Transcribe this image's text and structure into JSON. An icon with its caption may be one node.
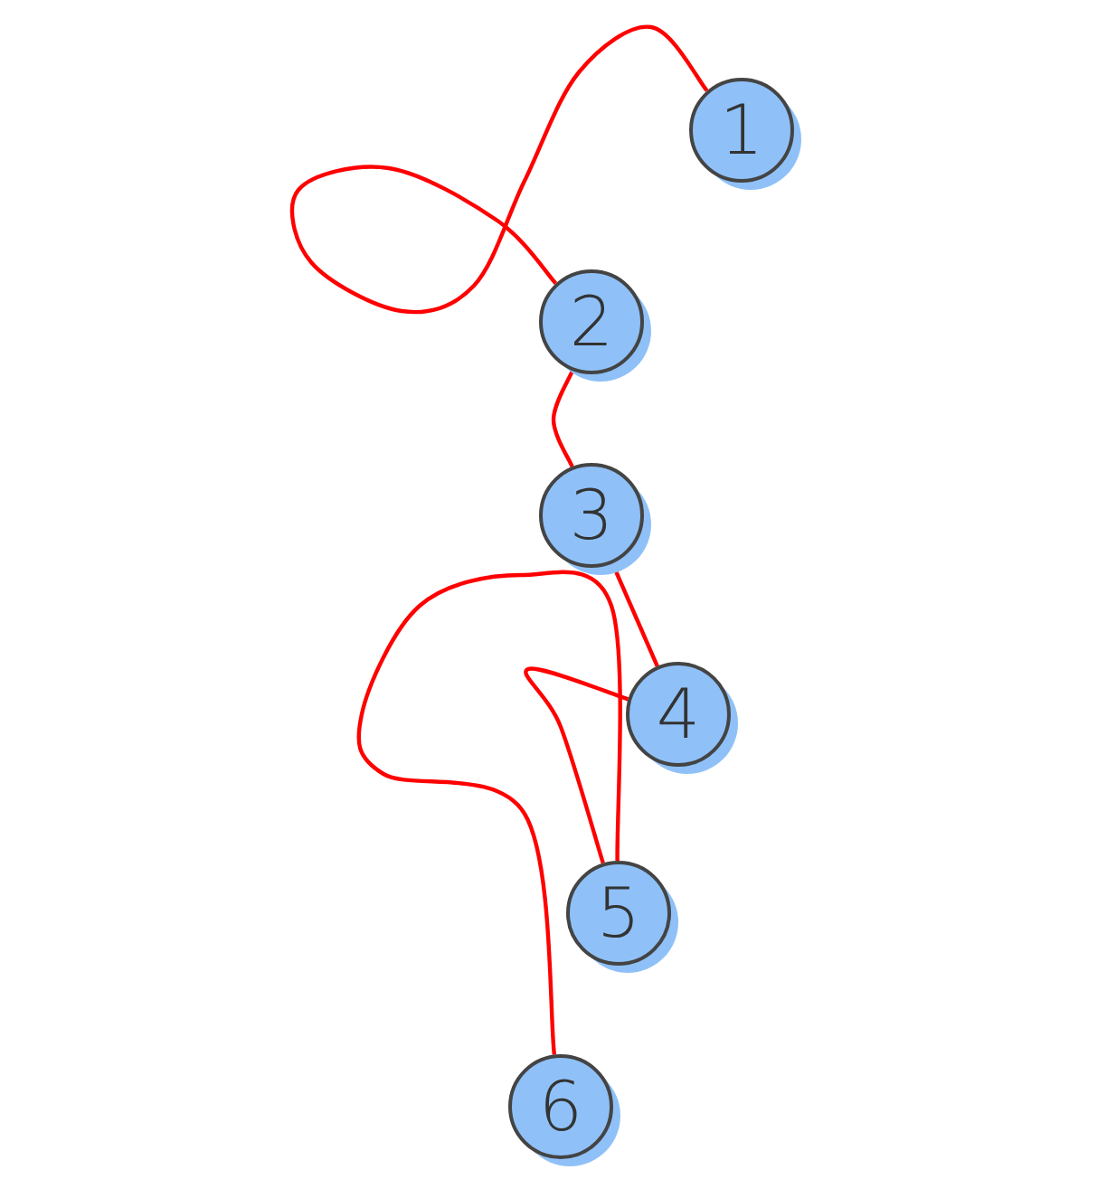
{
  "diagram": {
    "nodes": [
      {
        "text": [
          "1"
        ]
      },
      {
        "text": [
          "2"
        ]
      },
      {
        "text": [
          "3"
        ]
      },
      {
        "text": [
          "4"
        ]
      },
      {
        "text": [
          "5"
        ]
      },
      {
        "text": [
          "6"
        ]
      }
    ],
    "edges": [
      {
        "from": 0,
        "to": 1,
        "arrow": "none"
      },
      {
        "from": 1,
        "to": 2,
        "arrow": "none"
      },
      {
        "from": 2,
        "to": 3,
        "arrow": "none"
      },
      {
        "from": 3,
        "to": 4,
        "arrow": "none"
      },
      {
        "from": 4,
        "to": 5,
        "arrow": "none"
      }
    ]
  }
}
